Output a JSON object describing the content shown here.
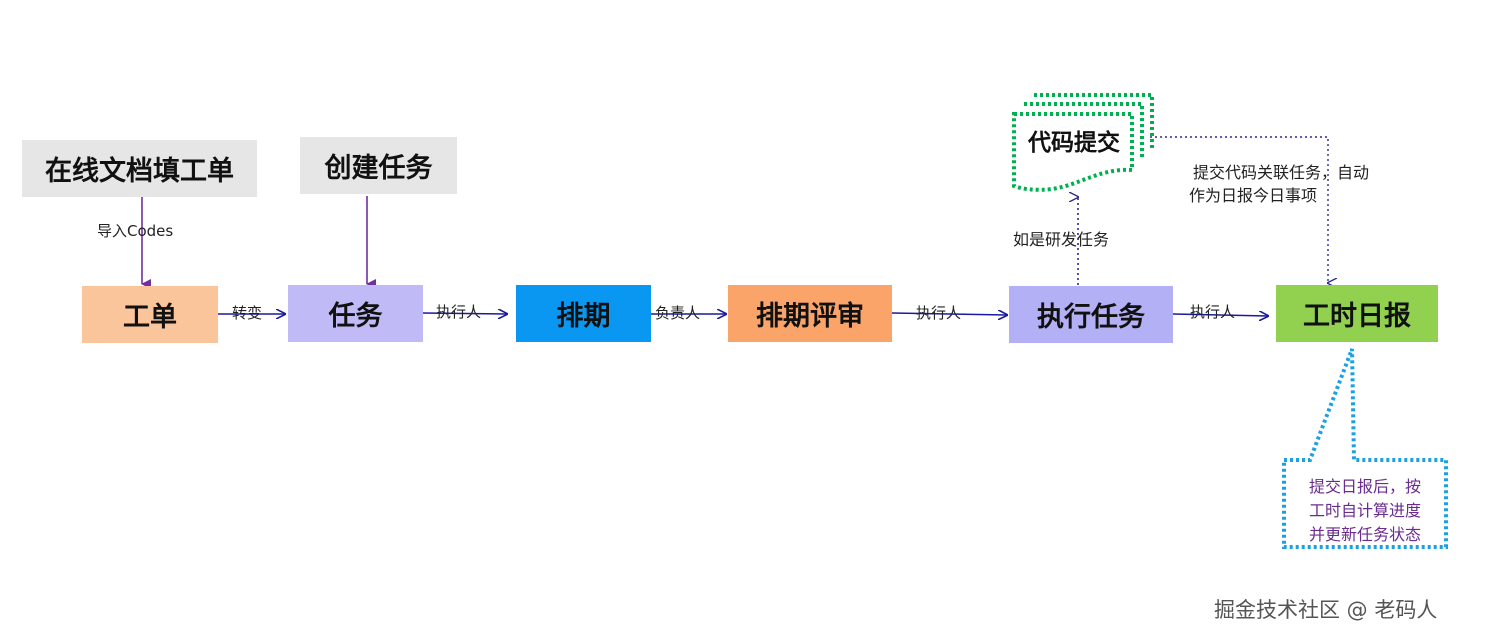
{
  "sources": {
    "online_doc": "在线文档填工单",
    "create_task": "创建任务"
  },
  "nodes": {
    "work_order": "工单",
    "task": "任务",
    "schedule": "排期",
    "schedule_review": "排期评审",
    "execute_task": "执行任务",
    "timesheet": "工时日报",
    "code_commit": "代码提交"
  },
  "edge_labels": {
    "import": "导入Codes",
    "convert": "转变",
    "executor_1": "执行人",
    "owner": "负责人",
    "executor_2": "执行人",
    "executor_3": "执行人",
    "if_dev_task": "如是研发任务"
  },
  "notes": {
    "commit_note_line1": "提交代码关联任务，自动",
    "commit_note_line2": "作为日报今日事项"
  },
  "callout": {
    "line1": "提交日报后，按",
    "line2": "工时自计算进度",
    "line3": "并更新任务状态"
  },
  "watermark": "掘金技术社区 @ 老码人",
  "colors": {
    "work_order": "#fbc59c",
    "task": "#c0bbf7",
    "schedule": "#0a97f2",
    "schedule_review": "#fba46a",
    "execute_task": "#b3b0f5",
    "timesheet": "#92d050",
    "source_bg": "#e6e6e6",
    "arrow_main": "#1a1a9e",
    "arrow_import": "#7030a0",
    "commit_border": "#00b050",
    "callout_border": "#1ba1e2"
  }
}
